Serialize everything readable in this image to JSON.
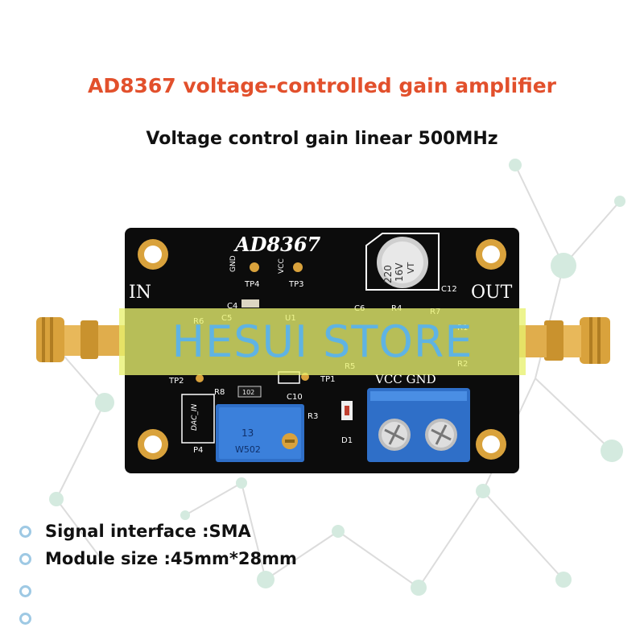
{
  "title": "AD8367 voltage-controlled gain amplifier",
  "subtitle": "Voltage control gain linear 500MHz",
  "watermark": "HESUI STORE",
  "board": {
    "chip_label": "AD8367",
    "in_label": "IN",
    "out_label": "OUT",
    "silkscreen": [
      "GND",
      "TP4",
      "VCC",
      "TP3",
      "C4",
      "C5",
      "R6",
      "U1",
      "C6",
      "R4",
      "R7",
      "R1",
      "R2",
      "TP2",
      "TP1",
      "R5",
      "VCC GND",
      "R8",
      "C10",
      "R3",
      "D1",
      "DAC_IN",
      "P4",
      "C12"
    ],
    "capacitor_text": [
      "220",
      "16V",
      "VT"
    ],
    "pot_text": [
      "13",
      "W502"
    ],
    "resistor_code": "102"
  },
  "specs": [
    "Signal interface :SMA",
    "Module size :45mm*28mm",
    "",
    ""
  ],
  "colors": {
    "title": "#e2502c",
    "pcb": "#0c0c0c",
    "gold": "#d9a23c",
    "terminal": "#2f6fc8",
    "watermark_bg": "#e8f16e",
    "watermark_text": "#5fb3e3",
    "network": "#cfe8dd"
  }
}
